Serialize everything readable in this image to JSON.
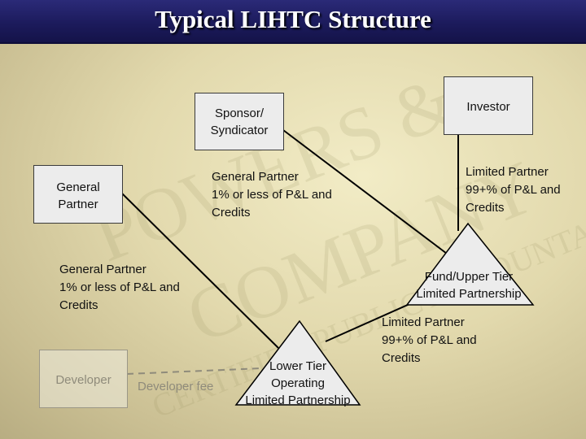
{
  "title": "Typical LIHTC Structure",
  "nodes": {
    "investor": "Investor",
    "sponsor": [
      "Sponsor/",
      "Syndicator"
    ],
    "general_partner": [
      "General",
      "Partner"
    ],
    "developer": "Developer",
    "fund": [
      "Fund/Upper Tier",
      "Limited Partnership"
    ],
    "lower_tier": [
      "Lower Tier",
      "Operating",
      "Limited Partnership"
    ]
  },
  "edge_labels": {
    "sponsor_to_fund": [
      "General Partner",
      "1% or less of P&L and",
      "Credits"
    ],
    "investor_to_fund": [
      "Limited Partner",
      "99+% of P&L and",
      "Credits"
    ],
    "gp_to_lower": [
      "General Partner",
      "1% or less of P&L and",
      "Credits"
    ],
    "fund_to_lower": [
      "Limited Partner",
      "99+% of P&L and",
      "Credits"
    ],
    "developer_to_lower": "Developer fee"
  },
  "watermark": [
    "POWERS &",
    "COMPANY",
    "CERTIFIED PUBLIC ACCOUNTANTS"
  ],
  "colors": {
    "title_bar": "#1c1b5c",
    "background": "#e2d9ad",
    "box_fill": "#ececec",
    "triangle_fill": "#ececec",
    "faded_text": "#8f8b7b"
  }
}
